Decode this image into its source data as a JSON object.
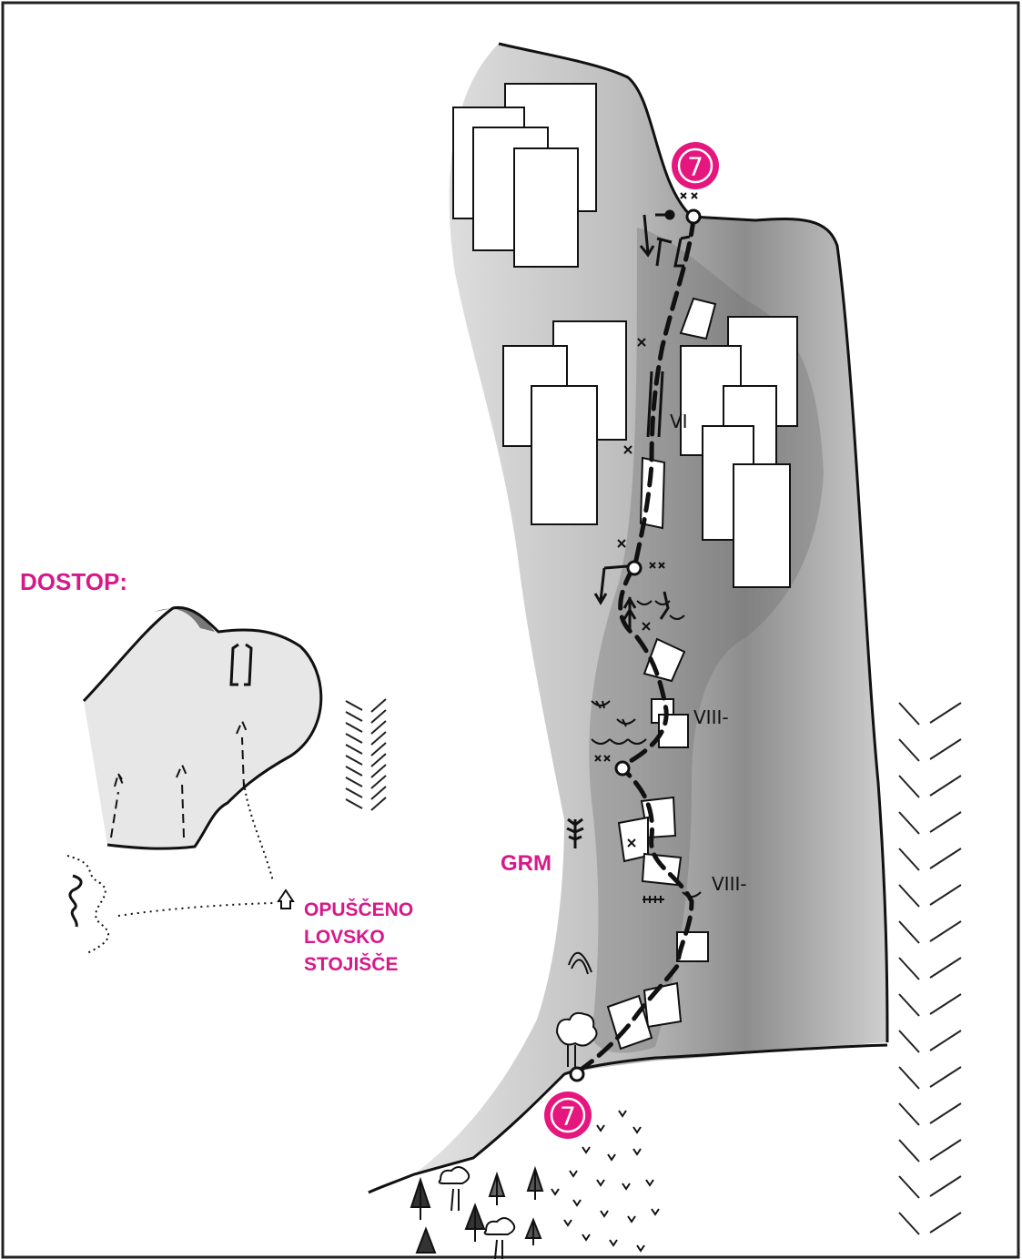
{
  "access": {
    "heading": "DOSTOP:",
    "landmark_lines": [
      "OPUŠČENO",
      "LOVSKO",
      "STOJIŠČE"
    ]
  },
  "route": {
    "number_top": "7",
    "number_bottom": "7",
    "grades": [
      "VI",
      "VIII-",
      "VIII-"
    ]
  },
  "landmarks": {
    "bush": "GRM"
  },
  "colors": {
    "accent": "#d6198a",
    "ink": "#111111",
    "rock": "#b9b9b9",
    "rock_dark": "#7a7a7a"
  },
  "icons": [
    "anchor-icon",
    "bolt-icon",
    "tree-icon",
    "grass-icon",
    "scree-icon",
    "chevron-slope-icon"
  ]
}
